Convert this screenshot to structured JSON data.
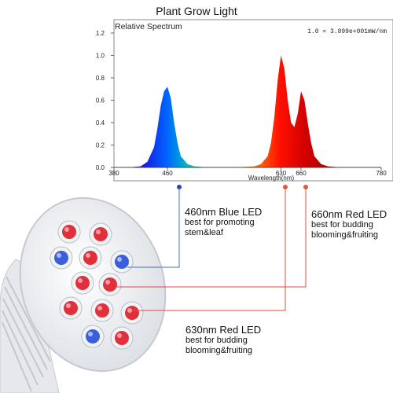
{
  "title": "Plant Grow Light",
  "colors": {
    "blue_dot": "#2a3fbf",
    "red_dot": "#e35b34",
    "line_blue": "#3f6fd6",
    "line_red": "#d94c3a"
  },
  "chart_data": {
    "type": "area",
    "title": "Relative Spectrum",
    "annotation": "1.0 = 3.899e+001mW/nm",
    "xlabel": "Wavelength(nm)",
    "ylabel": "",
    "xlim": [
      380,
      780
    ],
    "ylim": [
      0,
      1.2
    ],
    "x_ticks": [
      380,
      460,
      630,
      660,
      780
    ],
    "y_ticks": [
      "0.0",
      "0.2",
      "0.4",
      "0.6",
      "0.8",
      "1.0",
      "1.2"
    ],
    "grid": false,
    "series": [
      {
        "x": [
          400,
          420,
          430,
          440,
          445,
          450,
          455,
          460,
          465,
          470,
          475,
          480,
          490,
          500,
          510,
          520,
          560,
          590,
          600,
          610,
          615,
          620,
          625,
          630,
          635,
          640,
          645,
          650,
          655,
          660,
          665,
          670,
          675,
          680,
          690,
          700,
          720,
          740
        ],
        "y": [
          0.0,
          0.01,
          0.05,
          0.18,
          0.35,
          0.55,
          0.68,
          0.72,
          0.62,
          0.4,
          0.22,
          0.1,
          0.03,
          0.01,
          0.005,
          0.0,
          0.0,
          0.01,
          0.03,
          0.1,
          0.22,
          0.45,
          0.78,
          1.0,
          0.88,
          0.6,
          0.4,
          0.36,
          0.48,
          0.68,
          0.6,
          0.4,
          0.22,
          0.1,
          0.03,
          0.01,
          0.0,
          0.0
        ]
      }
    ]
  },
  "labels": {
    "blue460": {
      "head": "460nm Blue LED",
      "desc": "best for promoting stem&leaf",
      "wavelength": 460
    },
    "red660": {
      "head": "660nm Red LED",
      "desc": "best for budding blooming&fruiting",
      "wavelength": 660
    },
    "red630": {
      "head": "630nm Red LED",
      "desc": "best for budding blooming&fruiting",
      "wavelength": 630
    }
  }
}
